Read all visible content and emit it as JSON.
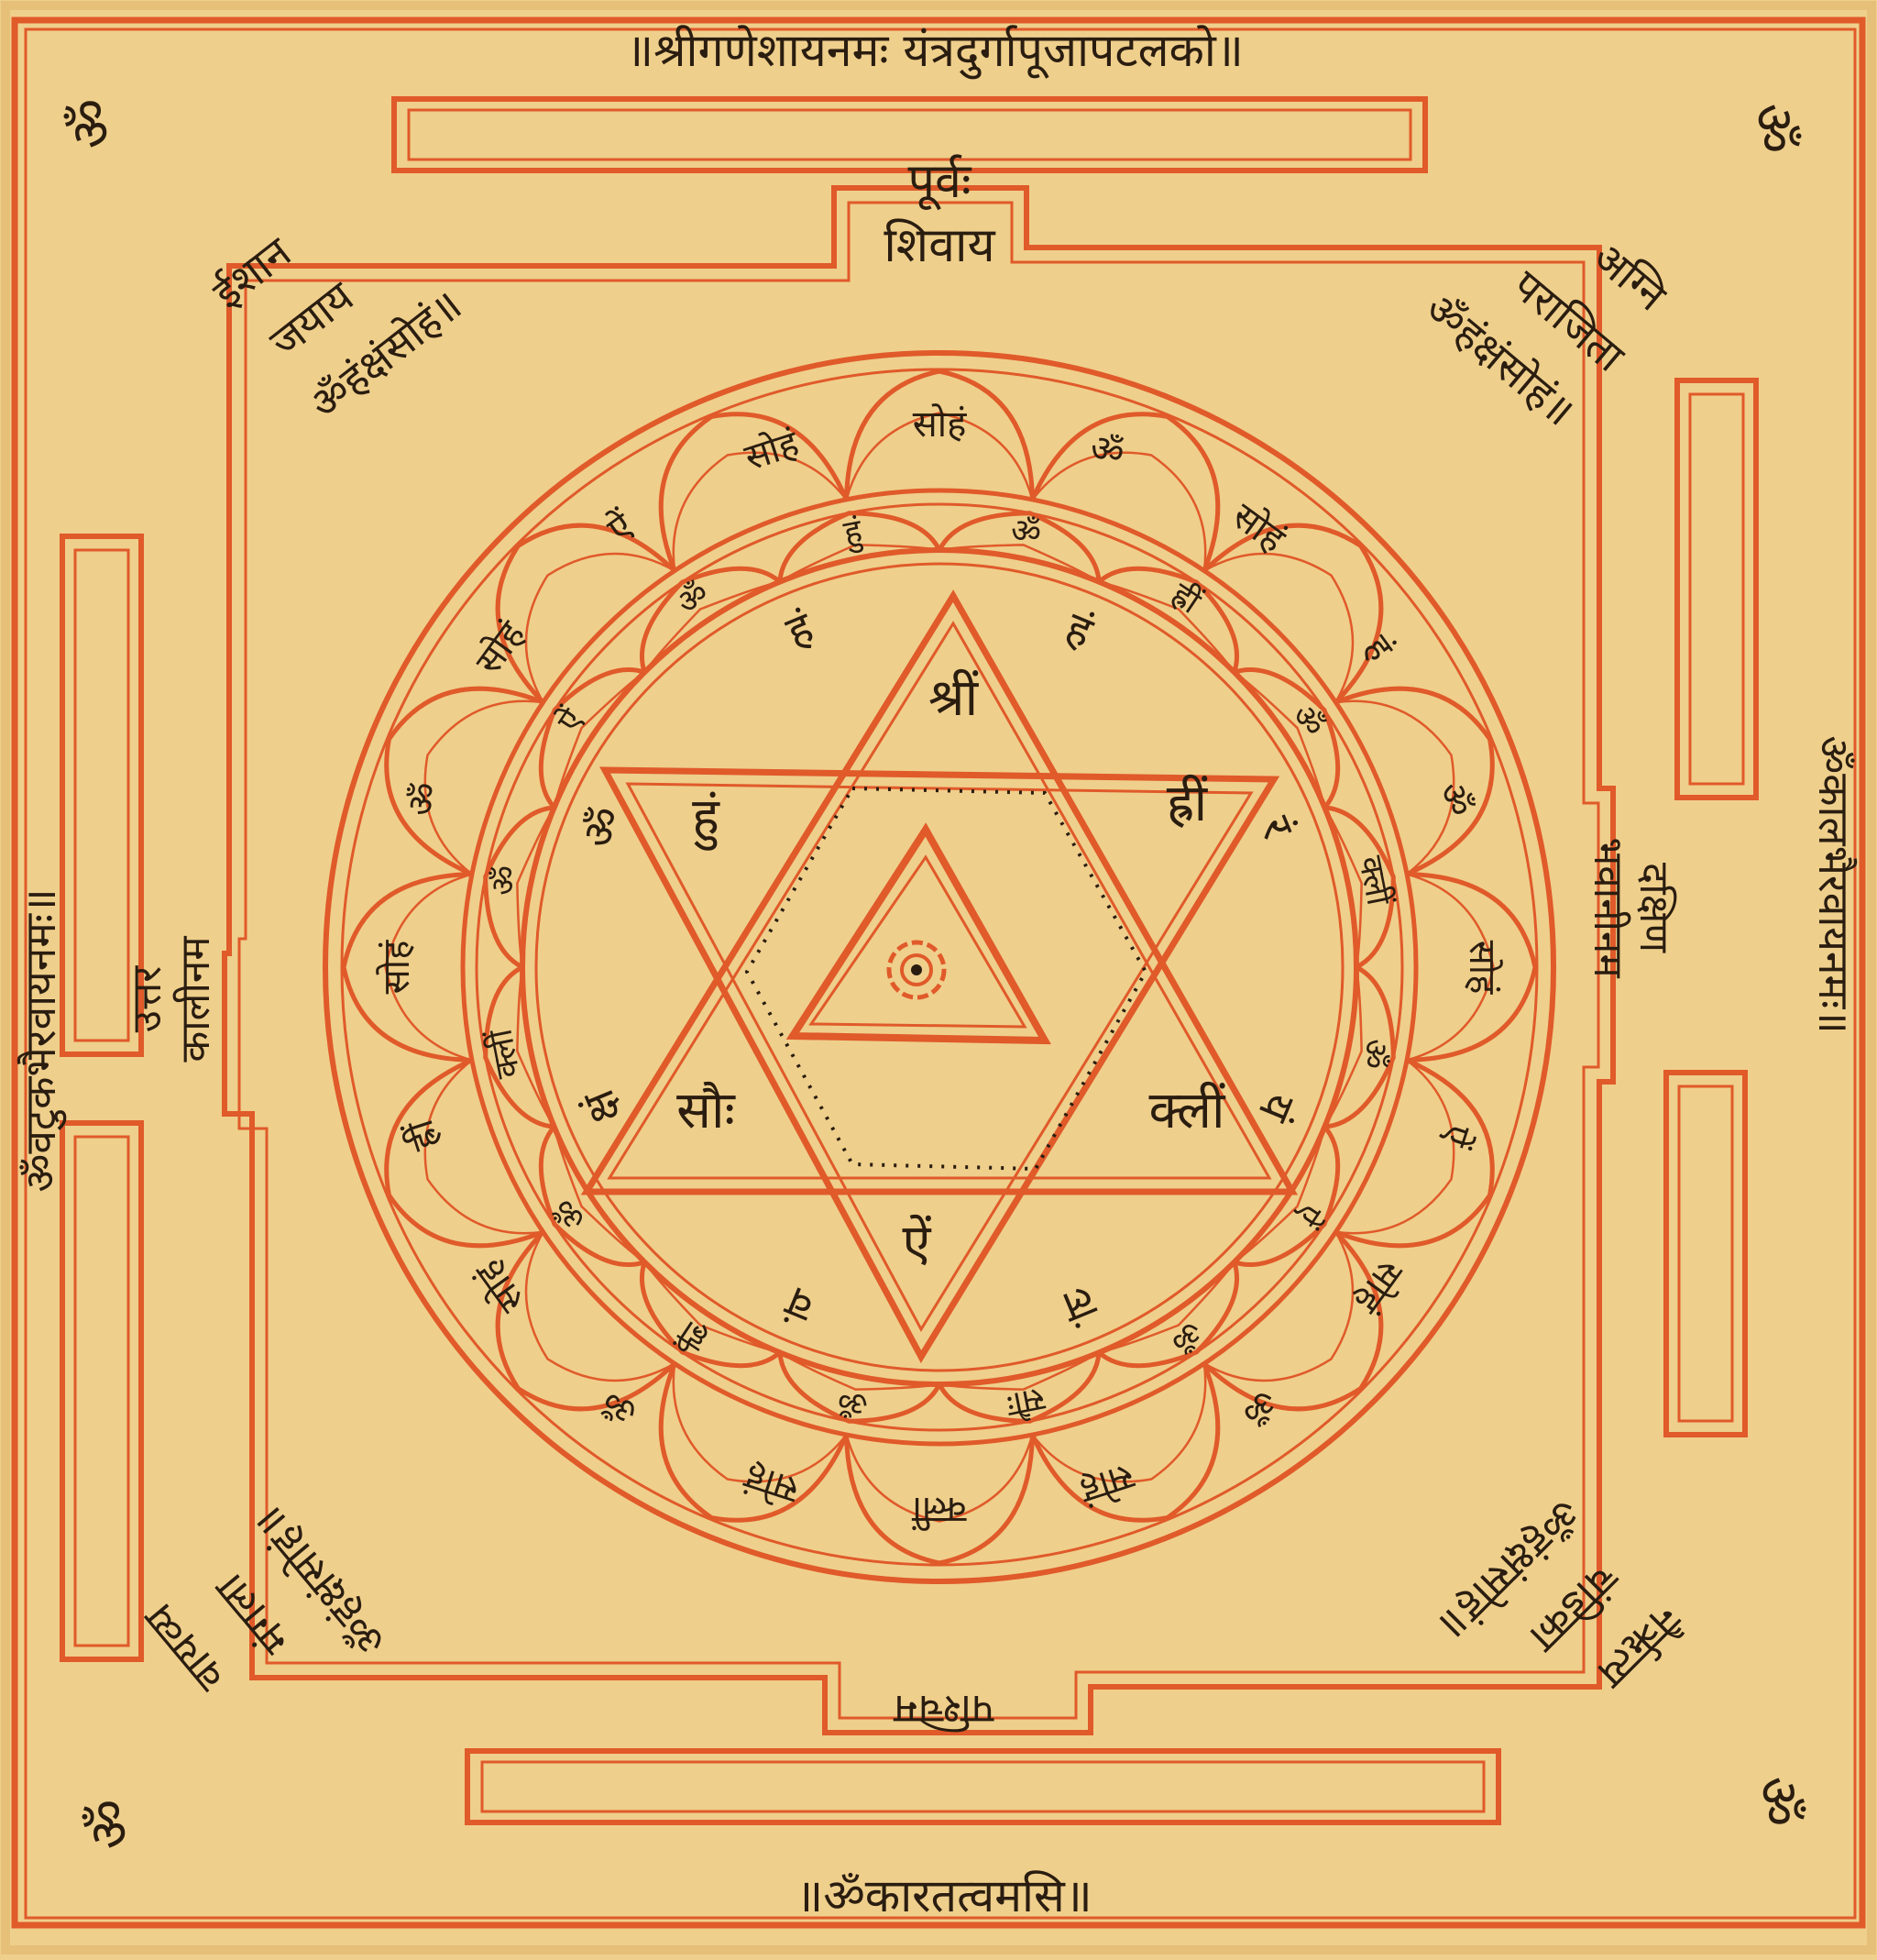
{
  "palette": {
    "paper": "#efcf8c",
    "paper_edge": "#e6bf78",
    "ink_red": "#e05a2a",
    "ink_black": "#2a1d10"
  },
  "header": {
    "top": "॥श्रीगणेशायनमः यंत्रदुर्गापूजापटलको॥",
    "bottom": "॥ॐकारतत्वमसि॥"
  },
  "sides": {
    "left": "ॐवटुकभैरवायनमः॥",
    "right": "ॐकालभैरवायनमः॥"
  },
  "directions": {
    "east": [
      "पूर्वः",
      "शिवाय"
    ],
    "north": [
      "उत्तर",
      "कालीनम"
    ],
    "west": [
      "पश्चिम"
    ],
    "south": [
      "दक्षिण",
      "भवानीनम"
    ]
  },
  "corners": {
    "top_left": [
      "ईशान",
      "जयाय",
      "ॐहंक्षंसोहं॥"
    ],
    "top_right": [
      "अग्नि",
      "पराजिता",
      "ॐहंक्षंसोहं॥"
    ],
    "bottom_left": [
      "वायव्य",
      "मंगला",
      "ॐहंक्षंसोहं॥"
    ],
    "bottom_right": [
      "नैरृत्य",
      "चंडिका",
      "ॐहंक्षंसोहं॥"
    ]
  },
  "corner_om": "ॐ",
  "center_mark": "bindu",
  "ring_outer_syllables": [
    "सोहं",
    "ॐ",
    "सोहं",
    "हं",
    "ॐ",
    "सोहं",
    "ऐं",
    "सोहं",
    "ॐ",
    "सोहं",
    "क्लीं",
    "सोहं",
    "ॐ",
    "सोहं",
    "ह्रीं",
    "सोहं",
    "ॐ",
    "सोहं",
    "ऐं",
    "सोहं"
  ],
  "ring_inner_syllables": [
    "ॐ",
    "ह्रीं",
    "ॐ",
    "क्लीं",
    "ॐ",
    "ऐं",
    "ॐ",
    "सौः",
    "ॐ",
    "ह्रीं",
    "ॐ",
    "क्लीं",
    "ॐ",
    "ऐं",
    "ॐ",
    "हुं"
  ],
  "star_syllables": [
    "श्रीं",
    "ह्रीं",
    "क्लीं",
    "ऐं",
    "सौः",
    "हुं"
  ],
  "circle_syllables": [
    "हं",
    "रं",
    "यं",
    "लं",
    "वं",
    "क्षं",
    "ॐ",
    "हं"
  ]
}
